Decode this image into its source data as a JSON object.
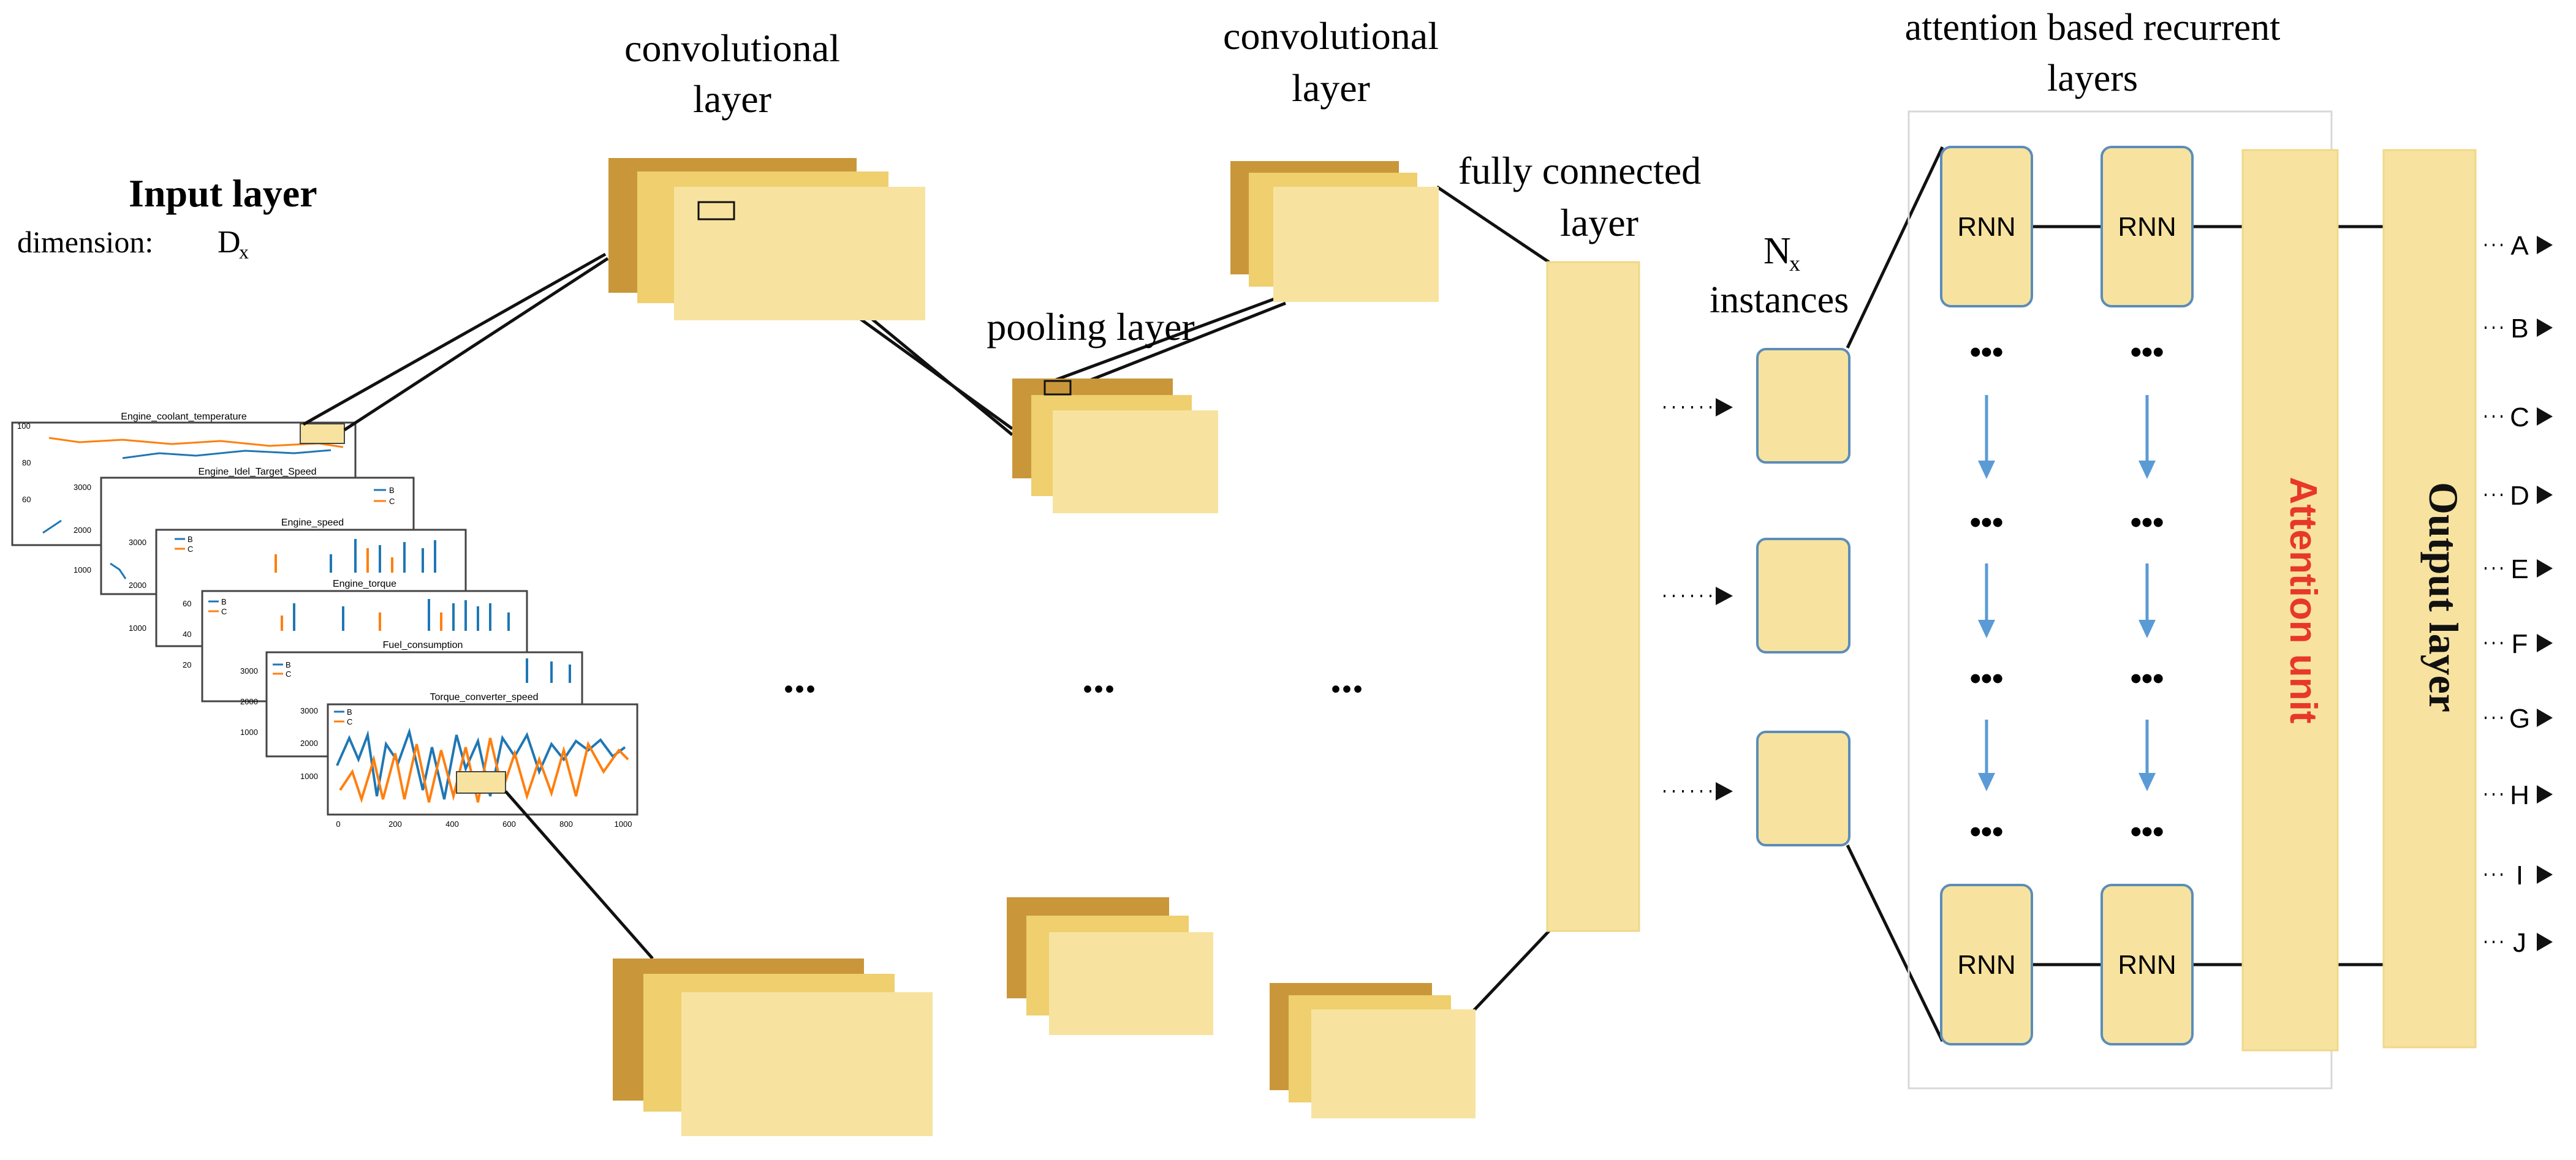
{
  "labels": {
    "input_layer": "Input layer",
    "dimension": "dimension:",
    "dimension_symbol": "D",
    "dimension_sub": "x",
    "conv1_line1": "convolutional",
    "conv1_line2": "layer",
    "conv2_line1": "convolutional",
    "conv2_line2": "layer",
    "pooling": "pooling layer",
    "fc_line1": "fully connected",
    "fc_line2": "layer",
    "instances_symbol": "N",
    "instances_sub": "x",
    "instances_word": "instances",
    "rnn_title_line1": "attention based recurrent",
    "rnn_title_line2": "layers",
    "attention_unit": "Attention unit",
    "output_layer": "Output layer",
    "rnn": "RNN",
    "ellipsis_h": "...",
    "ellipsis_v": "•••"
  },
  "outputs": [
    "A",
    "B",
    "C",
    "D",
    "E",
    "F",
    "G",
    "H",
    "I",
    "J"
  ],
  "input_plots": [
    {
      "title": "Engine_coolant_temperature",
      "yticks": [
        "100",
        "80",
        "60"
      ]
    },
    {
      "title": "Engine_Idel_Target_Speed",
      "yticks": [
        "3000",
        "2000",
        "1000"
      ],
      "legend": [
        "B",
        "C"
      ]
    },
    {
      "title": "Engine_speed",
      "yticks": [
        "3000",
        "2000",
        "1000"
      ],
      "legend": [
        "B",
        "C"
      ]
    },
    {
      "title": "Engine_torque",
      "yticks": [
        "60",
        "40",
        "20"
      ],
      "legend": [
        "B",
        "C"
      ]
    },
    {
      "title": "Fuel_consumption",
      "yticks": [
        "3000",
        "2000",
        "1000"
      ],
      "legend": [
        "B",
        "C"
      ]
    },
    {
      "title": "Torque_converter_speed",
      "yticks": [
        "3000",
        "2000",
        "1000"
      ],
      "xticks": [
        "0",
        "200",
        "400",
        "600",
        "800",
        "1000"
      ],
      "legend": [
        "B",
        "C"
      ]
    }
  ],
  "colors": {
    "block_light": "#F7E39F",
    "block_mid": "#EFCF6E",
    "block_dark": "#C9973A",
    "rnn_border": "#5B8DB8",
    "arrow_blue": "#5B9BD5",
    "attention_text": "#E8372B",
    "series_b": "#1F77B4",
    "series_c": "#FF7F0E"
  }
}
